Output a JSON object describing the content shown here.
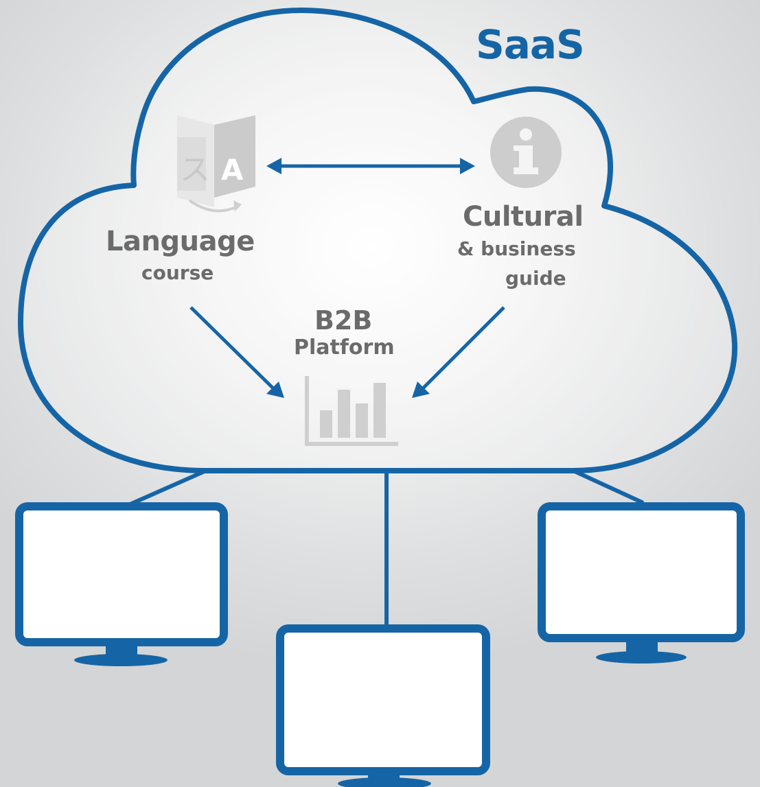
{
  "title": "SaaS",
  "nodes": {
    "language": {
      "title": "Language",
      "subtitle": "course",
      "icon": "translate-icon"
    },
    "cultural": {
      "title": "Cultural",
      "subtitle_line1": "& business",
      "subtitle_line2": "guide",
      "icon": "info-icon"
    },
    "b2b": {
      "title": "B2B",
      "subtitle": "Platform",
      "icon": "bar-chart-icon"
    }
  },
  "clients": [
    "monitor-icon",
    "monitor-icon",
    "monitor-icon"
  ],
  "colors": {
    "accent": "#1565a6",
    "label_gray": "#6b6b6b",
    "icon_gray": "#cfcfcf",
    "background": "#e2e3e4",
    "screen": "#ffffff"
  }
}
